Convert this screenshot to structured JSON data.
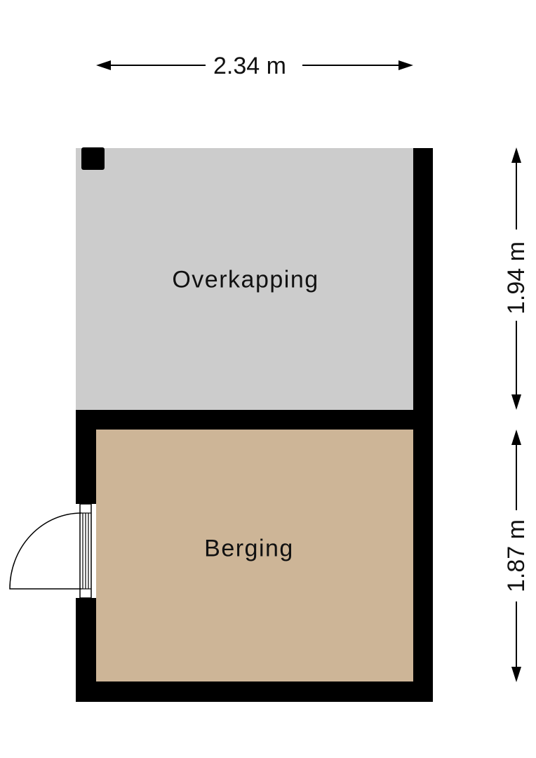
{
  "floorplan": {
    "rooms": [
      {
        "name": "Overkapping",
        "color": "#cccccc"
      },
      {
        "name": "Berging",
        "color": "#cdb597"
      }
    ],
    "wall_color": "#000000"
  },
  "dimensions": {
    "width": "2.34 m",
    "height_overkapping": "1.94 m",
    "height_berging": "1.87 m"
  }
}
